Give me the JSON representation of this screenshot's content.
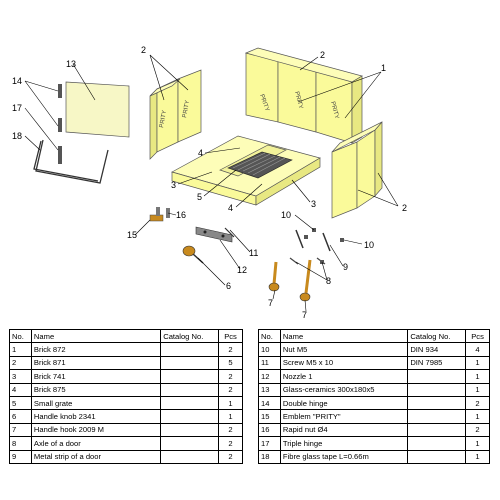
{
  "callouts": {
    "c1": "1",
    "c2a": "2",
    "c2b": "2",
    "c2c": "2",
    "c3a": "3",
    "c3b": "3",
    "c4a": "4",
    "c4b": "4",
    "c5": "5",
    "c6": "6",
    "c7a": "7",
    "c7b": "7",
    "c8": "8",
    "c9": "9",
    "c10a": "10",
    "c10b": "10",
    "c11": "11",
    "c12": "12",
    "c13": "13",
    "c14": "14",
    "c15": "15",
    "c16": "16",
    "c17": "17",
    "c18": "18"
  },
  "brick_emblem": "PRITY",
  "colors": {
    "brick": "#fafa9a",
    "brick_stroke": "#555555",
    "glass": "#f7f7c6",
    "brass": "#c88a1e"
  },
  "table_left": {
    "headers": {
      "no": "No.",
      "name": "Name",
      "catalog": "Catalog No.",
      "pcs": "Pcs"
    },
    "rows": [
      {
        "no": "1",
        "name": "Brick 872",
        "catalog": "",
        "pcs": "2"
      },
      {
        "no": "2",
        "name": "Brick 871",
        "catalog": "",
        "pcs": "5"
      },
      {
        "no": "3",
        "name": "Brick 741",
        "catalog": "",
        "pcs": "2"
      },
      {
        "no": "4",
        "name": "Brick 875",
        "catalog": "",
        "pcs": "2"
      },
      {
        "no": "5",
        "name": "Small grate",
        "catalog": "",
        "pcs": "1"
      },
      {
        "no": "6",
        "name": "Handle knob 2341",
        "catalog": "",
        "pcs": "1"
      },
      {
        "no": "7",
        "name": "Handle hook 2009 M",
        "catalog": "",
        "pcs": "2"
      },
      {
        "no": "8",
        "name": "Axle of a door",
        "catalog": "",
        "pcs": "2"
      },
      {
        "no": "9",
        "name": "Metal strip of a door",
        "catalog": "",
        "pcs": "2"
      }
    ]
  },
  "table_right": {
    "headers": {
      "no": "No.",
      "name": "Name",
      "catalog": "Catalog No.",
      "pcs": "Pcs"
    },
    "rows": [
      {
        "no": "10",
        "name": "Nut M5",
        "catalog": "DIN 934",
        "pcs": "4"
      },
      {
        "no": "11",
        "name": "Screw  M5 x 10",
        "catalog": "DIN 7985",
        "pcs": "1"
      },
      {
        "no": "12",
        "name": "Nozzle 1",
        "catalog": "",
        "pcs": "1"
      },
      {
        "no": "13",
        "name": "Glass-ceramics 300x180x5",
        "catalog": "",
        "pcs": "1"
      },
      {
        "no": "14",
        "name": "Double hinge",
        "catalog": "",
        "pcs": "2"
      },
      {
        "no": "15",
        "name": "Emblem \"PRITY\"",
        "catalog": "",
        "pcs": "1"
      },
      {
        "no": "16",
        "name": "Rapid nut Ø4",
        "catalog": "",
        "pcs": "2"
      },
      {
        "no": "17",
        "name": "Triple hinge",
        "catalog": "",
        "pcs": "1"
      },
      {
        "no": "18",
        "name": "Fibre glass tape L=0.66m",
        "catalog": "",
        "pcs": "1"
      }
    ]
  }
}
